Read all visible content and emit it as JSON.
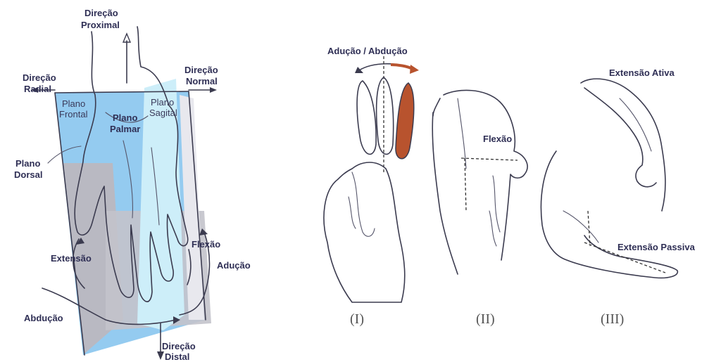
{
  "left_diagram": {
    "directions": {
      "proximal": [
        "Direção",
        "Proximal"
      ],
      "radial": [
        "Direção",
        "Radial"
      ],
      "normal": [
        "Direção",
        "Normal"
      ],
      "distal": [
        "Direção",
        "Distal"
      ]
    },
    "planes": {
      "frontal": [
        "Plano",
        "Frontal"
      ],
      "palmar": [
        "Plano",
        "Palmar"
      ],
      "sagital": [
        "Plano",
        "Sagital"
      ],
      "dorsal": [
        "Plano",
        "Dorsal"
      ]
    },
    "movements": {
      "extensao": "Extensão",
      "flexao": "Flexão",
      "aducao": "Adução",
      "abducao": "Abdução"
    },
    "colors": {
      "plane_blue": "#8ec8ef",
      "plane_light": "#cdeef9",
      "plane_gray": "#b9b9c2"
    }
  },
  "panel_I": {
    "label": "(I)",
    "title": "Adução / Abdução",
    "highlight_color": "#b8532e"
  },
  "panel_II": {
    "label": "(II)",
    "movement": "Flexão"
  },
  "panel_III": {
    "label": "(III)",
    "active": "Extensão Ativa",
    "passive": "Extensão Passiva"
  }
}
